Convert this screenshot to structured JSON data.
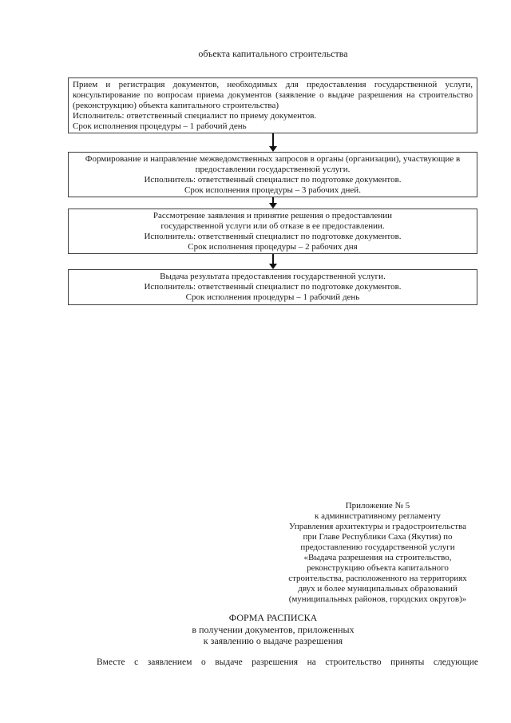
{
  "page": {
    "title": "объекта капитального строительства"
  },
  "flowchart": {
    "boxes": [
      {
        "name": "reception-registration",
        "lines": [
          "Прием и регистрация документов, необходимых для предоставления государственной услуги,",
          "консультирование по вопросам приема документов (заявление о выдаче разрешения на строительство",
          "(реконструкцию) объекта капитального строительства)",
          "Исполнитель: ответственный специалист по приему документов.",
          "Срок исполнения процедуры – 1 рабочий день"
        ]
      },
      {
        "name": "interagency-requests",
        "lines": [
          "Формирование и направление межведомственных запросов в органы (организации), участвующие в",
          "предоставлении государственной услуги.",
          "Исполнитель: ответственный специалист по подготовке документов.",
          "Срок исполнения процедуры – 3 рабочих дней."
        ]
      },
      {
        "name": "application-review",
        "lines": [
          "Рассмотрение заявления и принятие решения о предоставлении",
          "государственной услуги или об отказе в ее предоставлении.",
          "Исполнитель: ответственный специалист по подготовке документов.",
          "Срок исполнения процедуры – 2 рабочих дня"
        ]
      },
      {
        "name": "result-issuance",
        "lines": [
          "Выдача результата предоставления государственной услуги.",
          "Исполнитель: ответственный специалист по подготовке документов.",
          "Срок исполнения процедуры – 1 рабочий день"
        ]
      }
    ]
  },
  "appendix": {
    "lines": [
      "Приложение № 5",
      "к административному регламенту",
      "Управления архитектуры и градостроительства",
      "при Главе Республики Саха (Якутия) по",
      "предоставлению государственной услуги",
      "«Выдача разрешения на строительство,",
      "реконструкцию объекта капитального",
      "строительства, расположенного на территориях",
      "двух и более муниципальных образований",
      "(муниципальных районов, городских округов)»"
    ]
  },
  "form_heading": {
    "lines": [
      "ФОРМА РАСПИСКА",
      "в получении документов, приложенных",
      "к заявлению о выдаче разрешения"
    ]
  },
  "body_paragraph": "Вместе с заявлением о выдаче разрешения на строительство приняты следующие"
}
